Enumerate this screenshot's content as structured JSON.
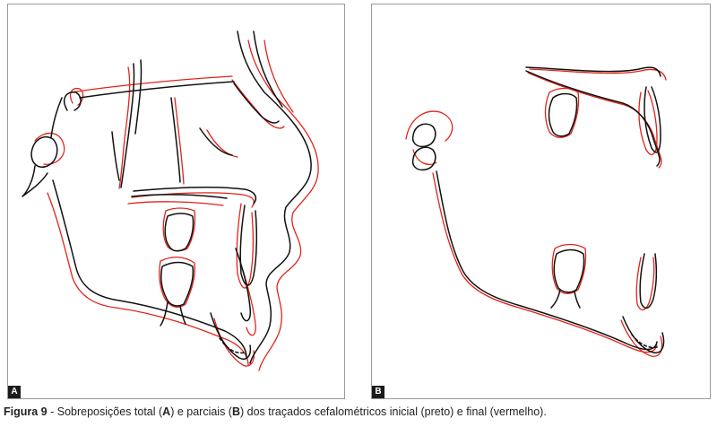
{
  "figure": {
    "panels": [
      {
        "id": "A",
        "label": "A"
      },
      {
        "id": "B",
        "label": "B"
      }
    ],
    "colors": {
      "initial": "#111111",
      "final": "#e2231a",
      "frame": "#9a9a9a"
    },
    "caption": {
      "prefix": "Figura 9",
      "text1": " - Sobreposições total (",
      "bold_a": "A",
      "text2": ") e parciais (",
      "bold_b": "B",
      "text3": ") dos traçados cefalométricos inicial (preto) e final (vermelho)."
    }
  }
}
